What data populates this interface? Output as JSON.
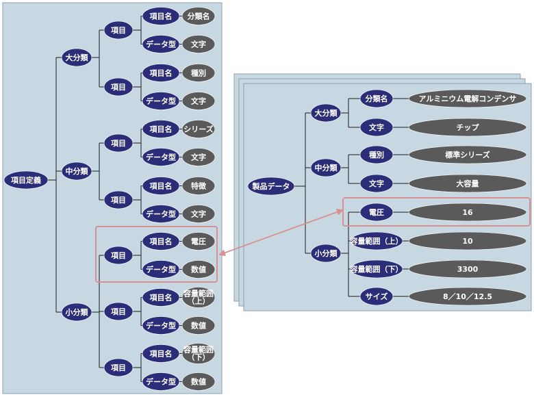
{
  "left_panel": {
    "root": "項目定義",
    "groups": [
      {
        "label": "大分類",
        "items": [
          {
            "label": "項目",
            "fields": [
              {
                "key": "項目名",
                "value": "分類名"
              },
              {
                "key": "データ型",
                "value": "文字"
              }
            ]
          },
          {
            "label": "項目",
            "fields": [
              {
                "key": "項目名",
                "value": "種別"
              },
              {
                "key": "データ型",
                "value": "文字"
              }
            ]
          }
        ]
      },
      {
        "label": "中分類",
        "items": [
          {
            "label": "項目",
            "fields": [
              {
                "key": "項目名",
                "value": "シリーズ"
              },
              {
                "key": "データ型",
                "value": "文字"
              }
            ]
          },
          {
            "label": "項目",
            "fields": [
              {
                "key": "項目名",
                "value": "特徴"
              },
              {
                "key": "データ型",
                "value": "文字"
              }
            ]
          }
        ]
      },
      {
        "label": "小分類",
        "items": [
          {
            "label": "項目",
            "fields": [
              {
                "key": "項目名",
                "value": "電圧"
              },
              {
                "key": "データ型",
                "value": "数値"
              }
            ]
          },
          {
            "label": "項目",
            "fields": [
              {
                "key": "項目名",
                "value": [
                  "容量範囲",
                  "（上）"
                ]
              },
              {
                "key": "データ型",
                "value": "数値"
              }
            ]
          },
          {
            "label": "項目",
            "fields": [
              {
                "key": "項目名",
                "value": [
                  "容量範囲",
                  "（下）"
                ]
              },
              {
                "key": "データ型",
                "value": "数値"
              }
            ]
          }
        ]
      }
    ]
  },
  "right_panel": {
    "root": "製品データ",
    "groups": [
      {
        "label": "大分類",
        "items": [
          {
            "key": "分類名",
            "value": "アルミニウム電解コンデンサ"
          },
          {
            "key": "文字",
            "value": "チップ"
          }
        ]
      },
      {
        "label": "中分類",
        "items": [
          {
            "key": "種別",
            "value": "標準シリーズ"
          },
          {
            "key": "文字",
            "value": "大容量"
          }
        ]
      },
      {
        "label": "小分類",
        "items": [
          {
            "key": "電圧",
            "value": "16"
          },
          {
            "key": "容量範囲（上）",
            "value": "10"
          },
          {
            "key": "容量範囲（下）",
            "value": "3300"
          },
          {
            "key": "サイズ",
            "value": "8／10／12.5"
          }
        ]
      }
    ]
  },
  "colors": {
    "panel_bg": "#c8d8e2",
    "panel_border": "#8aa0ae",
    "node_navy": "#2c2d78",
    "node_gray": "#5a5a5a",
    "highlight": "#d89090"
  }
}
